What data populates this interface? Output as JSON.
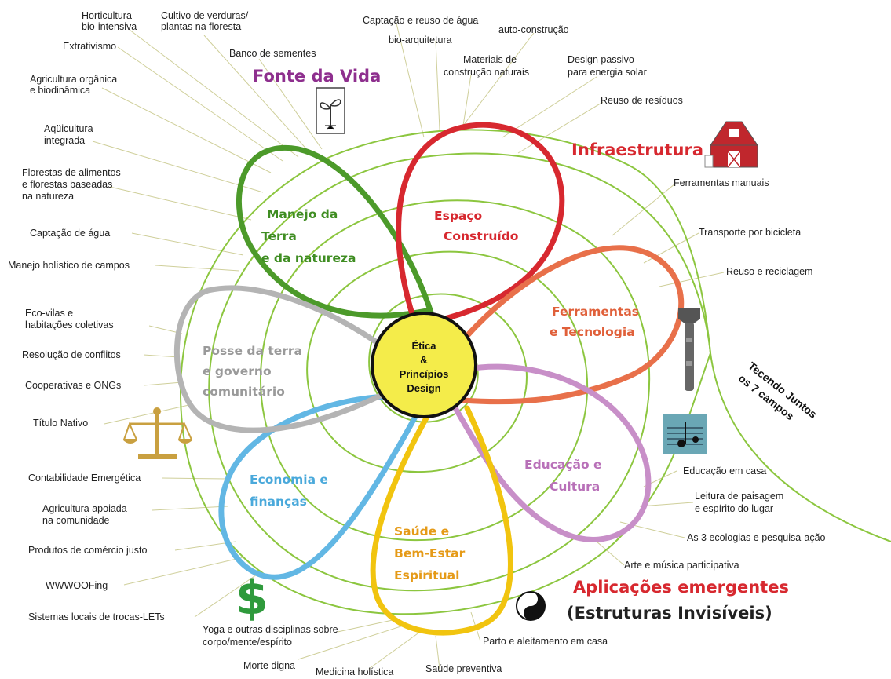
{
  "colors": {
    "green": "#4c9a2a",
    "red": "#d7282f",
    "orange": "#e8704a",
    "violet": "#c88fc8",
    "yellow": "#f1c40f",
    "blue": "#62b7e4",
    "gray": "#b4b4b4",
    "center_fill": "#f4ec4a",
    "spiral": "#8cc63f",
    "purple_title": "#8e2f8e",
    "red_title": "#d7282f"
  },
  "center": {
    "line1": "Ética",
    "line2": "&",
    "line3": "Princípios",
    "line4": "Design"
  },
  "titles": {
    "fonte": "Fonte da Vida",
    "infra": "Infraestrutura",
    "aplic1": "Aplicações emergentes",
    "aplic2": "(Estruturas Invisíveis)",
    "weave1": "Tecendo Juntos",
    "weave2": "os 7 campos"
  },
  "petals": {
    "manejo": [
      "Manejo da",
      "Terra",
      "e da natureza"
    ],
    "espaco": [
      "Espaço",
      "Construído"
    ],
    "ferramentas": [
      "Ferramentas",
      "e Tecnologia"
    ],
    "educacao": [
      "Educação e",
      "Cultura"
    ],
    "saude": [
      "Saúde e",
      "Bem-Estar",
      "Espiritual"
    ],
    "economia": [
      "Economia e",
      "finanças"
    ],
    "posse": [
      "Posse da terra",
      "e governo",
      "comunitário"
    ]
  },
  "labels": {
    "horticultura": [
      "Horticultura",
      "bio-intensiva"
    ],
    "cultivo": [
      "Cultivo de verduras/",
      "plantas na floresta"
    ],
    "extrativismo": [
      "Extrativismo"
    ],
    "banco": [
      "Banco de sementes"
    ],
    "agricultura": [
      "Agricultura orgânica",
      "e biodinâmica"
    ],
    "aquicultura": [
      "Aqüicultura",
      "integrada"
    ],
    "florestas": [
      "Florestas de alimentos",
      "e florestas baseadas",
      "na natureza"
    ],
    "captacao_agua": [
      "Captação de água"
    ],
    "manejo_holistico": [
      "Manejo holístico de campos"
    ],
    "captacao_reuso": [
      "Captação e reuso de água"
    ],
    "bioarq": [
      "bio-arquitetura"
    ],
    "autoconst": [
      "auto-construção"
    ],
    "materiais": [
      "Materiais de",
      "construção naturais"
    ],
    "design_passivo": [
      "Design passivo",
      "para energia solar"
    ],
    "reuso_residuos": [
      "Reuso de resíduos"
    ],
    "ferramentas_manuais": [
      "Ferramentas manuais"
    ],
    "transporte": [
      "Transporte por bicicleta"
    ],
    "reuso_reciclagem": [
      "Reuso e reciclagem"
    ],
    "ecovilas": [
      "Eco-vilas e",
      "habitações coletivas"
    ],
    "resolucao": [
      "Resolução de conflitos"
    ],
    "cooperativas": [
      "Cooperativas e ONGs"
    ],
    "titulo": [
      "Título Nativo"
    ],
    "contabilidade": [
      "Contabilidade Emergética"
    ],
    "csa": [
      "Agricultura apoiada",
      "na comunidade"
    ],
    "comercio": [
      "Produtos de comércio justo"
    ],
    "wwoof": [
      "WWWOOFing"
    ],
    "lets": [
      "Sistemas locais de trocas-LETs"
    ],
    "educ_casa": [
      "Educação em casa"
    ],
    "leitura": [
      "Leitura de paisagem",
      "e espírito do lugar"
    ],
    "ecologias": [
      "As 3 ecologias e pesquisa-ação"
    ],
    "arte": [
      "Arte e música participativa"
    ],
    "parto": [
      "Parto e aleitamento em casa"
    ],
    "yoga": [
      "Yoga e outras disciplinas sobre",
      "corpo/mente/espírito"
    ],
    "morte": [
      "Morte digna"
    ],
    "medicina": [
      "Medicina holística"
    ],
    "saude_prev": [
      "Saúde preventiva"
    ]
  }
}
